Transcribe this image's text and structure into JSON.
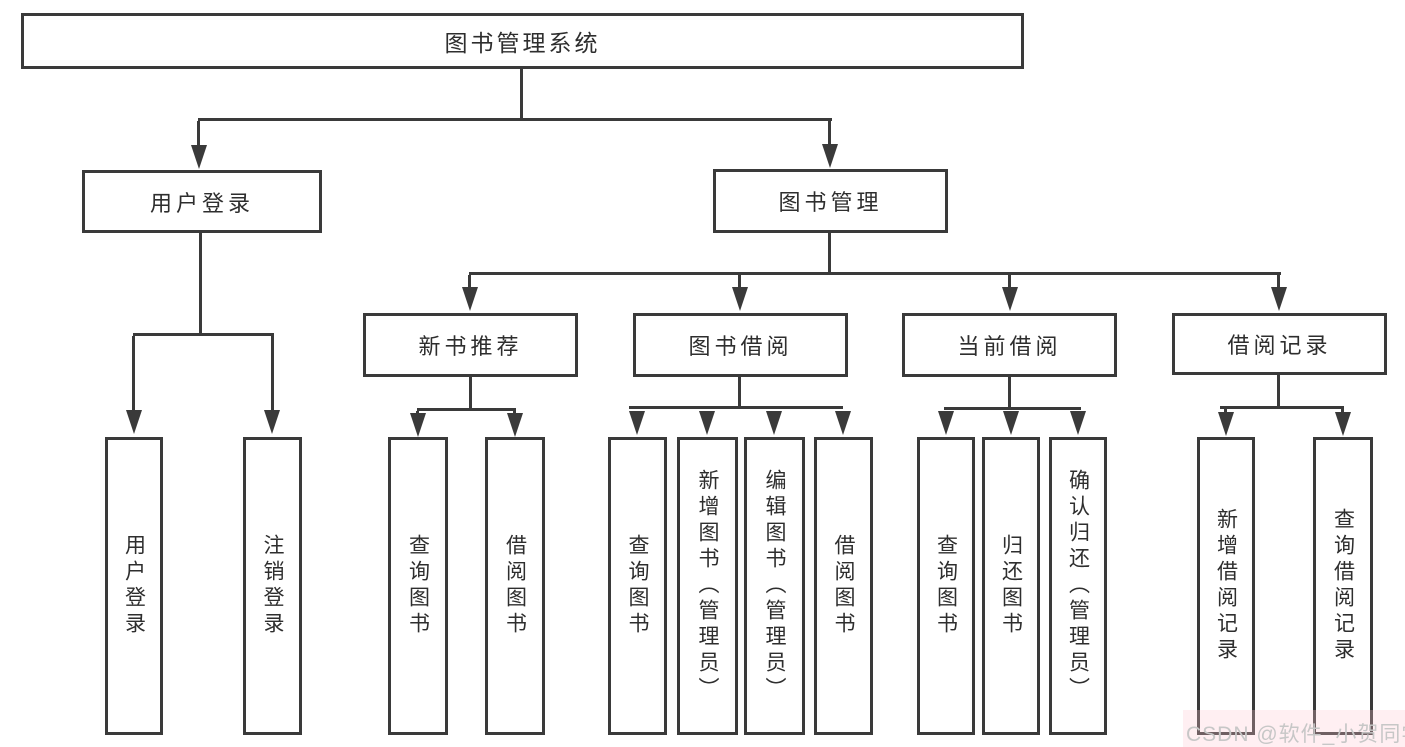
{
  "diagram": {
    "title": "图书管理系统",
    "root": {
      "label": "图书管理系统"
    },
    "level2": [
      {
        "id": "user-login",
        "label": "用户登录"
      },
      {
        "id": "book-management",
        "label": "图书管理"
      }
    ],
    "level3": [
      {
        "id": "new-book-recommend",
        "label": "新书推荐",
        "parent": "图书管理"
      },
      {
        "id": "book-borrow",
        "label": "图书借阅",
        "parent": "图书管理"
      },
      {
        "id": "current-borrow",
        "label": "当前借阅",
        "parent": "图书管理"
      },
      {
        "id": "borrow-records",
        "label": "借阅记录",
        "parent": "图书管理"
      }
    ],
    "leaves": [
      {
        "label": "用户登录",
        "parent": "用户登录"
      },
      {
        "label": "注销登录",
        "parent": "用户登录"
      },
      {
        "label": "查询图书",
        "parent": "新书推荐"
      },
      {
        "label": "借阅图书",
        "parent": "新书推荐"
      },
      {
        "label": "查询图书",
        "parent": "图书借阅"
      },
      {
        "label": "新增图书（管理员）",
        "parent": "图书借阅"
      },
      {
        "label": "编辑图书（管理员）",
        "parent": "图书借阅"
      },
      {
        "label": "借阅图书",
        "parent": "图书借阅"
      },
      {
        "label": "查询图书",
        "parent": "当前借阅"
      },
      {
        "label": "归还图书",
        "parent": "当前借阅"
      },
      {
        "label": "确认归还（管理员）",
        "parent": "当前借阅"
      },
      {
        "label": "新增借阅记录",
        "parent": "借阅记录"
      },
      {
        "label": "查询借阅记录",
        "parent": "借阅记录"
      }
    ]
  },
  "watermark": {
    "text": "CSDN @软件_小贺同学"
  },
  "colors": {
    "line": "#3a3a3a",
    "box_border": "#3a3a3a",
    "text": "#2e2e2e",
    "background": "#ffffff",
    "watermark_text": "#c7c7c7",
    "watermark_tint": "#ffc6d0"
  }
}
